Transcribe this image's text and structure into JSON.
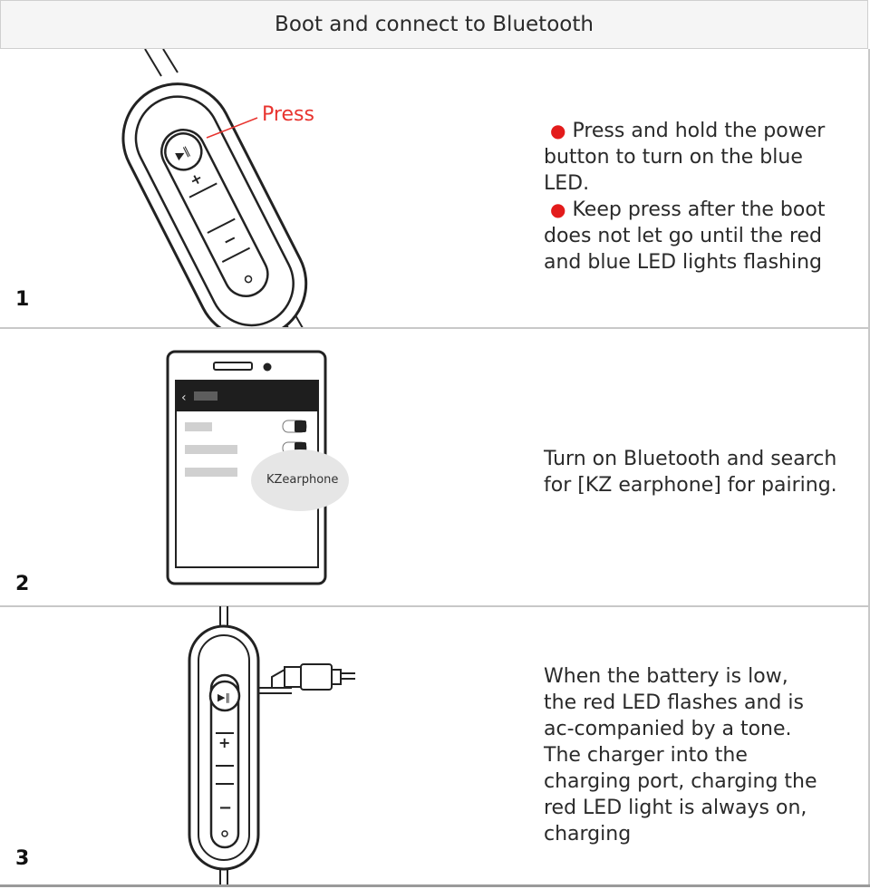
{
  "header": {
    "title": "Boot and connect to Bluetooth"
  },
  "steps": [
    {
      "number": "1",
      "callout": "Press",
      "lines": [
        "Press and hold the power button to turn on the blue LED.",
        "Keep press after the boot does not let go until the red and blue LED lights flashing"
      ]
    },
    {
      "number": "2",
      "device_label": "KZearphone",
      "text": "Turn on Bluetooth and search for [KZ earphone] for pairing."
    },
    {
      "number": "3",
      "text": "When the battery is low, the red LED flashes and is ac-companied by a tone. The charger into the charging port, charging the red LED light is always on, charging"
    }
  ],
  "colors": {
    "accent": "#e31b1b",
    "press_label": "#e8342f",
    "header_bg": "#f5f5f5",
    "divider": "#c8c8c8"
  }
}
